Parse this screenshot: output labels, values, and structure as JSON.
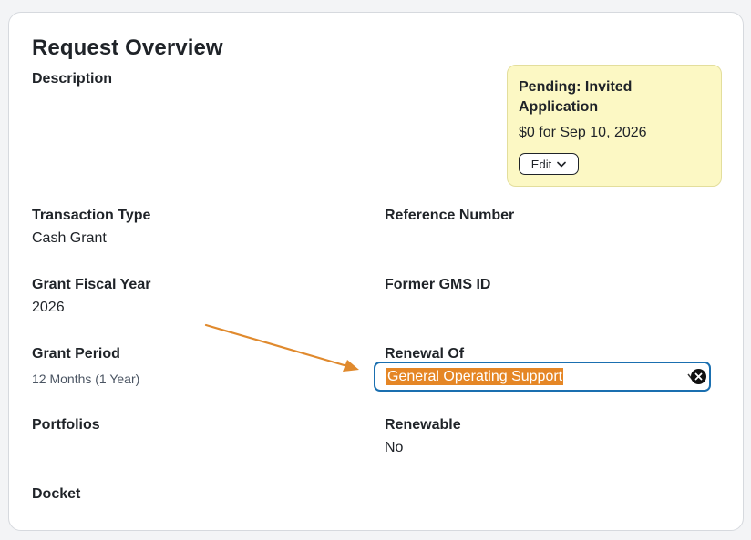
{
  "header": {
    "title": "Request Overview"
  },
  "fields": {
    "description_label": "Description",
    "transaction_type_label": "Transaction Type",
    "transaction_type_value": "Cash Grant",
    "reference_number_label": "Reference Number",
    "grant_fiscal_year_label": "Grant Fiscal Year",
    "grant_fiscal_year_value": "2026",
    "former_gms_id_label": "Former GMS ID",
    "grant_period_label": "Grant Period",
    "grant_period_value": "12 Months (1 Year)",
    "renewal_of_label": "Renewal Of",
    "renewal_of_value": "General Operating Support",
    "portfolios_label": "Portfolios",
    "renewable_label": "Renewable",
    "renewable_value": "No",
    "docket_label": "Docket"
  },
  "status": {
    "title": "Pending: Invited Application",
    "amount": "$0 for Sep 10, 2026",
    "edit_label": "Edit"
  },
  "colors": {
    "status_bg": "#fcf8c4",
    "input_border": "#1a6fb0",
    "highlight": "#e58625",
    "arrow": "#e08a2e"
  },
  "icons": {
    "edit_chevron": "chevron-down-icon",
    "input_caret": "caret-down-icon",
    "clear": "clear-icon",
    "annotation": "arrow-annotation"
  }
}
